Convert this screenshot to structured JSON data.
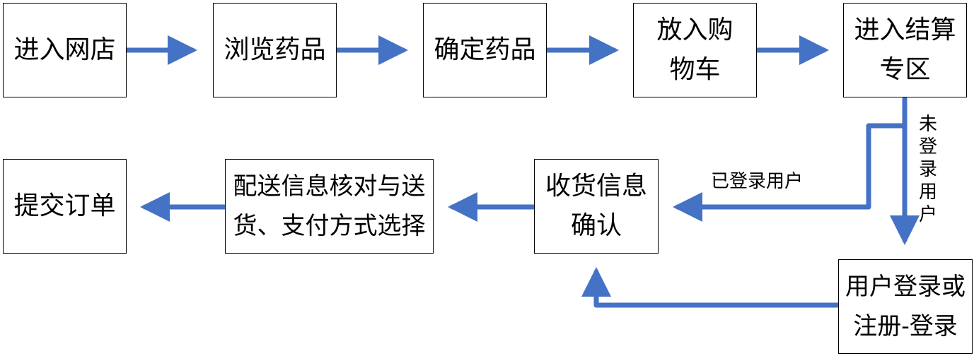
{
  "diagram": {
    "title": "",
    "colors": {
      "arrow": "#4472C4",
      "box_border": "#000000",
      "text": "#000000"
    },
    "nodes": [
      {
        "id": "enter-shop",
        "lines": [
          "进入网店"
        ]
      },
      {
        "id": "browse-drugs",
        "lines": [
          "浏览药品"
        ]
      },
      {
        "id": "confirm-drugs",
        "lines": [
          "确定药品"
        ]
      },
      {
        "id": "add-to-cart",
        "lines": [
          "放入购",
          "物车"
        ]
      },
      {
        "id": "checkout-area",
        "lines": [
          "进入结算",
          "专区"
        ]
      },
      {
        "id": "login-register",
        "lines": [
          "用户登录或",
          "注册-登录"
        ]
      },
      {
        "id": "receiver-info",
        "lines": [
          "收货信息",
          "确认"
        ]
      },
      {
        "id": "delivery-payment",
        "lines": [
          "配送信息核对与送",
          "货、支付方式选择"
        ]
      },
      {
        "id": "submit-order",
        "lines": [
          "提交订单"
        ]
      }
    ],
    "edges": [
      {
        "from": "enter-shop",
        "to": "browse-drugs",
        "label": ""
      },
      {
        "from": "browse-drugs",
        "to": "confirm-drugs",
        "label": ""
      },
      {
        "from": "confirm-drugs",
        "to": "add-to-cart",
        "label": ""
      },
      {
        "from": "add-to-cart",
        "to": "checkout-area",
        "label": ""
      },
      {
        "from": "checkout-area",
        "to": "receiver-info",
        "label": "已登录用户"
      },
      {
        "from": "checkout-area",
        "to": "login-register",
        "label": "未登录用户"
      },
      {
        "from": "login-register",
        "to": "receiver-info",
        "label": ""
      },
      {
        "from": "receiver-info",
        "to": "delivery-payment",
        "label": ""
      },
      {
        "from": "delivery-payment",
        "to": "submit-order",
        "label": ""
      }
    ],
    "edge_labels": {
      "logged_in": "已登录用户",
      "not_logged_in": [
        "未",
        "登",
        "录",
        "用",
        "户"
      ]
    }
  }
}
